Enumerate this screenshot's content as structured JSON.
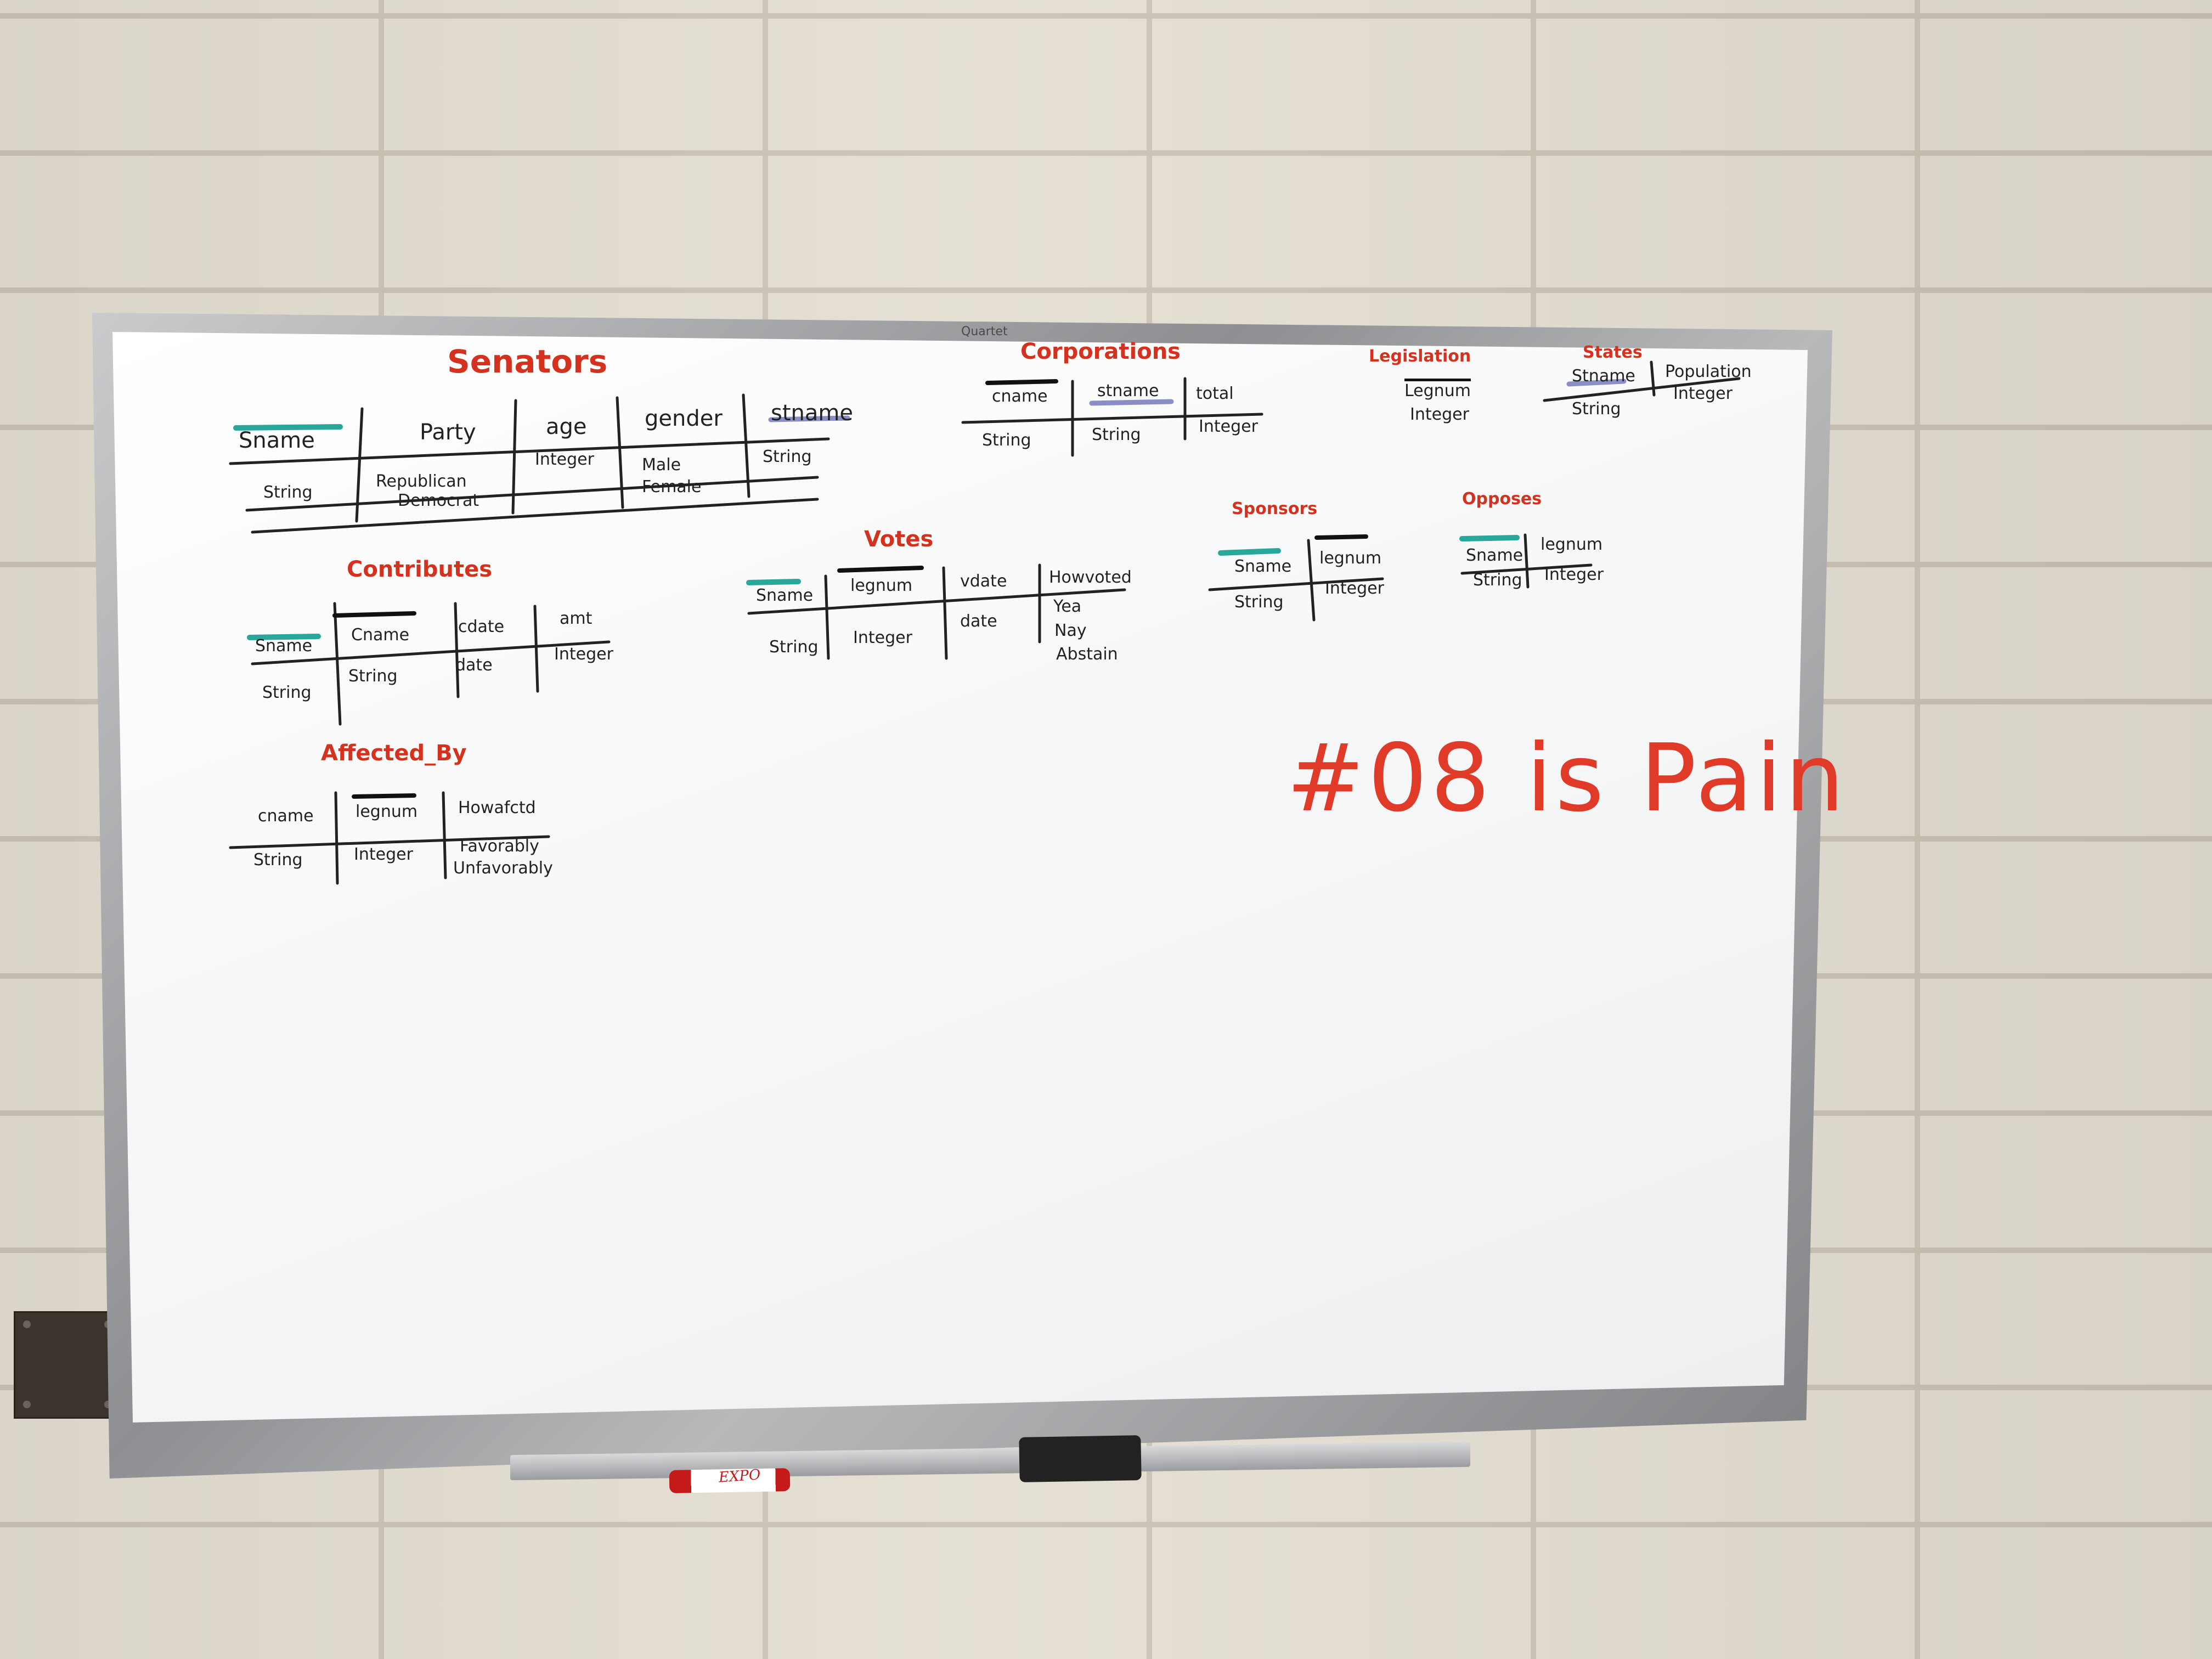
{
  "board": {
    "brand": "Quartet",
    "marker_brand": "EXPO"
  },
  "senators": {
    "title": "Senators",
    "columns": [
      "Sname",
      "Party",
      "age",
      "gender",
      "stname"
    ],
    "types": [
      "String",
      "Republican",
      "Integer",
      "Male",
      "String"
    ],
    "extra": [
      "Democrat",
      "Female"
    ]
  },
  "corporations": {
    "title": "Corporations",
    "columns": [
      "cname",
      "stname",
      "total"
    ],
    "types": [
      "String",
      "String",
      "Integer"
    ]
  },
  "legislation": {
    "title": "Legislation",
    "columns": [
      "Legnum"
    ],
    "types": [
      "Integer"
    ]
  },
  "states": {
    "title": "States",
    "columns": [
      "Stname",
      "Population"
    ],
    "types": [
      "String",
      "Integer"
    ]
  },
  "contributes": {
    "title": "Contributes",
    "columns": [
      "Sname",
      "Cname",
      "cdate",
      "amt"
    ],
    "types": [
      "String",
      "String",
      "date",
      "Integer"
    ]
  },
  "votes": {
    "title": "Votes",
    "columns": [
      "Sname",
      "legnum",
      "vdate",
      "Howvoted"
    ],
    "types": [
      "String",
      "Integer",
      "date",
      "Yea"
    ],
    "extra": [
      "Nay",
      "Abstain"
    ]
  },
  "sponsors": {
    "title": "Sponsors",
    "columns": [
      "Sname",
      "legnum"
    ],
    "types": [
      "String",
      "Integer"
    ]
  },
  "opposes": {
    "title": "Opposes",
    "columns": [
      "Sname",
      "legnum"
    ],
    "types": [
      "String",
      "Integer"
    ]
  },
  "affected_by": {
    "title": "Affected_By",
    "columns": [
      "cname",
      "legnum",
      "Howafctd"
    ],
    "types": [
      "String",
      "Integer",
      "Favorably"
    ],
    "extra": [
      "Unfavorably"
    ]
  },
  "note": "#08 is Pain",
  "colors": {
    "title_red": "#d4311e",
    "ink_black": "#222222",
    "pk_teal": "#2aa79b",
    "fk_black": "#111111",
    "wall": "#e4ded2"
  }
}
